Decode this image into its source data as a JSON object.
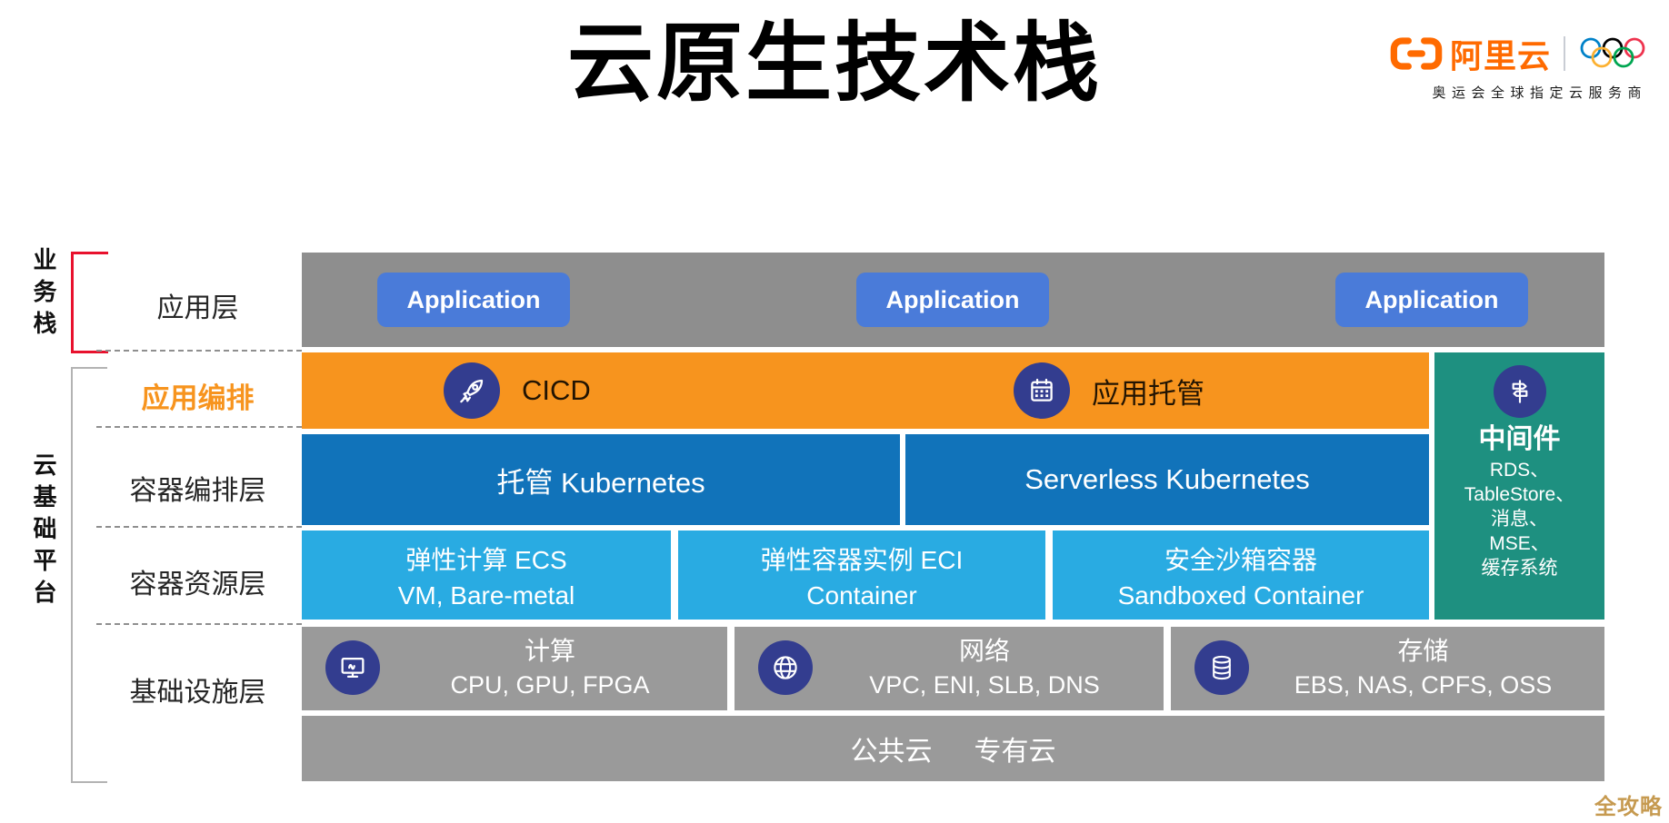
{
  "title": "云原生技术栈",
  "brand": {
    "name": "阿里云",
    "tagline": "奥运会全球指定云服务商",
    "brand_color": "#FF6A00"
  },
  "left_rail": {
    "business_stack": "业务栈",
    "cloud_platform_stack": "云基础平台",
    "rows": {
      "application_layer": "应用层",
      "app_orchestration": "应用编排",
      "container_orchestration_layer": "容器编排层",
      "container_resource_layer": "容器资源层",
      "infrastructure_layer": "基础设施层"
    }
  },
  "diagram": {
    "application_row": {
      "buttons": [
        "Application",
        "Application",
        "Application"
      ]
    },
    "orchestration_row": {
      "items": [
        {
          "icon": "rocket-icon",
          "label": "CICD"
        },
        {
          "icon": "calendar-icon",
          "label": "应用托管"
        }
      ]
    },
    "kubernetes_row": {
      "cells": [
        "托管 Kubernetes",
        "Serverless Kubernetes"
      ]
    },
    "resource_row": {
      "cells": [
        {
          "line1": "弹性计算 ECS",
          "line2": "VM, Bare-metal"
        },
        {
          "line1": "弹性容器实例 ECI",
          "line2": "Container"
        },
        {
          "line1": "安全沙箱容器",
          "line2": "Sandboxed Container"
        }
      ]
    },
    "middleware_column": {
      "icon": "signpost-icon",
      "title": "中间件",
      "items": [
        "RDS、",
        "TableStore、",
        "消息、",
        "MSE、",
        "缓存系统"
      ]
    },
    "infrastructure_row": {
      "cells": [
        {
          "icon": "monitor-icon",
          "title": "计算",
          "subtitle": "CPU, GPU, FPGA"
        },
        {
          "icon": "globe-icon",
          "title": "网络",
          "subtitle": "VPC, ENI, SLB, DNS"
        },
        {
          "icon": "database-icon",
          "title": "存储",
          "subtitle": "EBS, NAS, CPFS, OSS"
        }
      ]
    },
    "cloud_row": {
      "labels": [
        "公共云",
        "专有云"
      ]
    }
  },
  "watermark": "全攻略",
  "colors": {
    "orange_row": "#F7941E",
    "dark_blue_row": "#1173BA",
    "light_blue_row": "#29ABE2",
    "teal_column": "#1E9080",
    "gray_row_top": "#8E8E8E",
    "gray_row_bottom": "#9A9A9A",
    "app_button_blue": "#4A7BD9",
    "icon_circle_navy": "#333D8F",
    "brand_orange": "#FF6A00",
    "bracket_red": "#E8112D",
    "watermark_gold": "#C69A50"
  }
}
